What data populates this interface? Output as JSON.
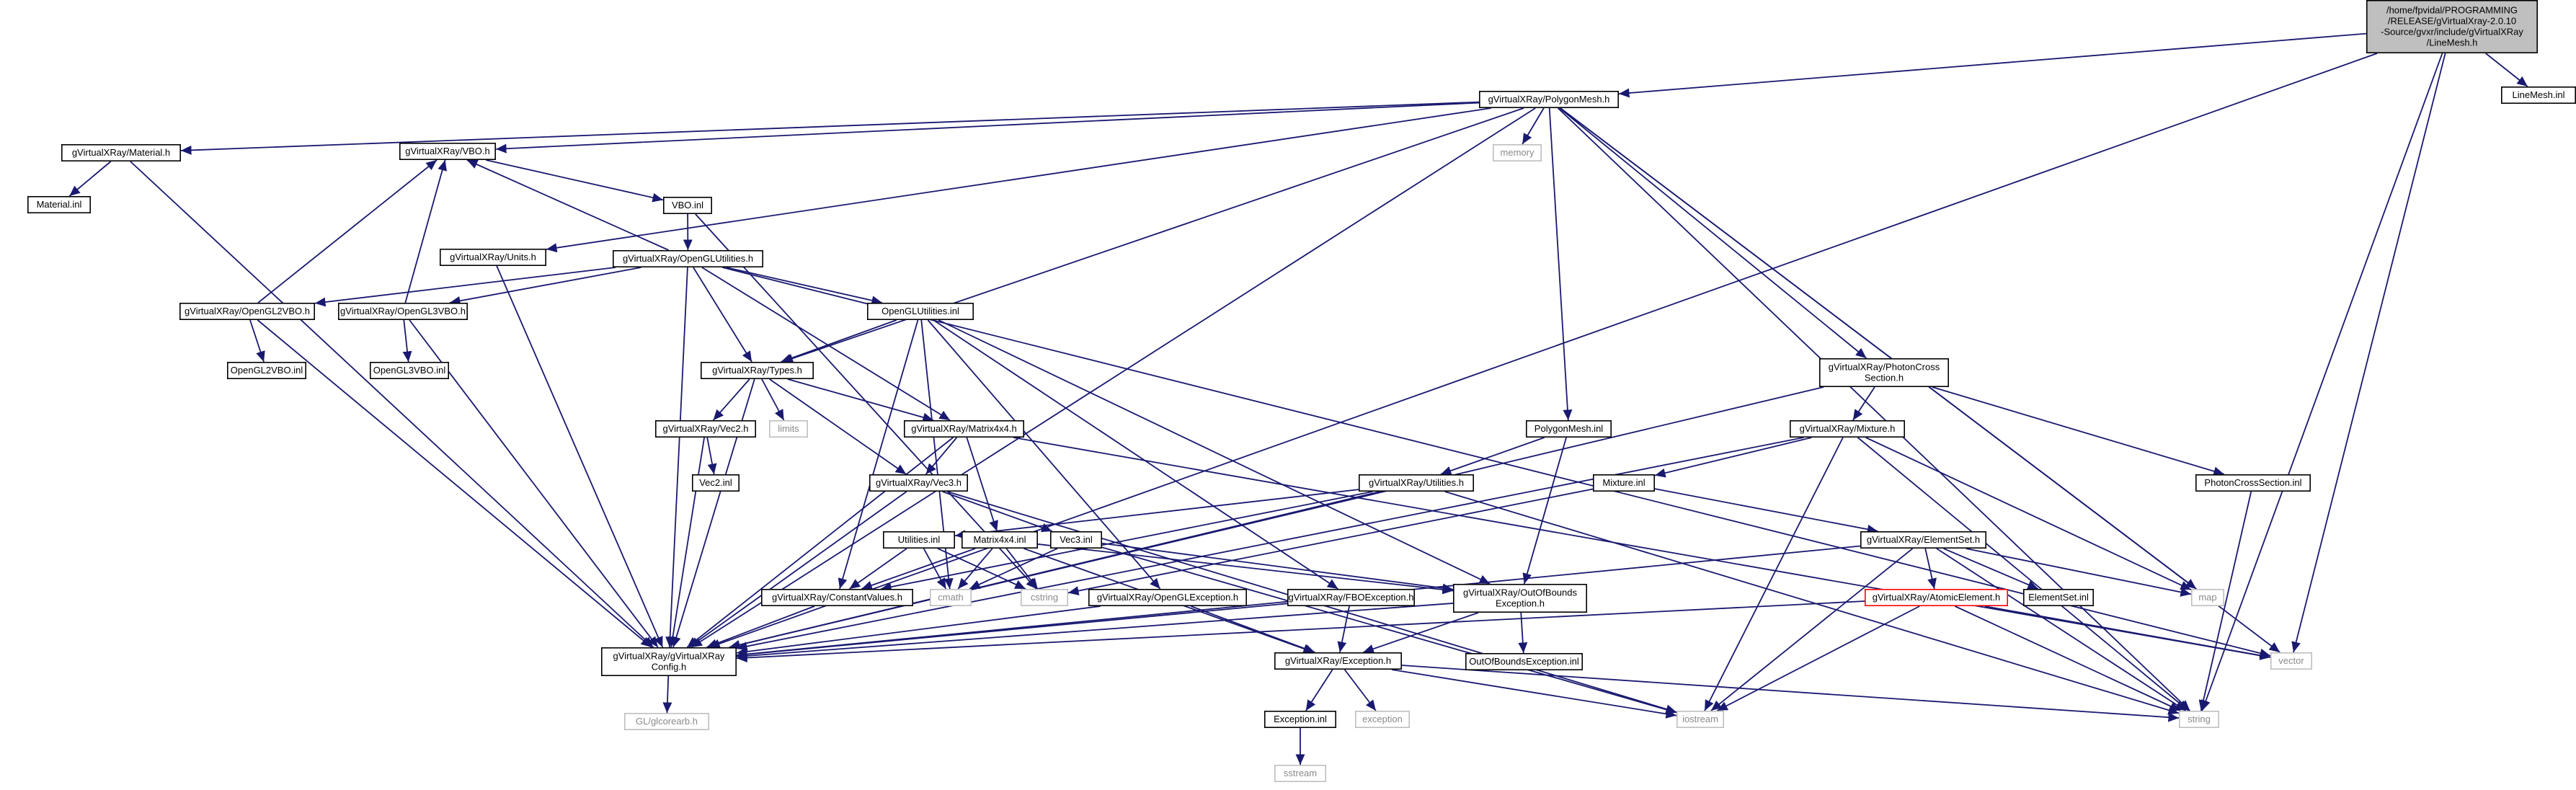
{
  "nodes": [
    {
      "id": "root",
      "lines": [
        "/home/fpvidal/PROGRAMMING",
        "/RELEASE/gVirtualXray-2.0.10",
        "-Source/gvxr/include/gVirtualXRay",
        "/LineMesh.h"
      ],
      "kind": "root"
    },
    {
      "id": "polygonmesh_h",
      "lines": [
        "gVirtualXRay/PolygonMesh.h"
      ],
      "kind": "normal"
    },
    {
      "id": "linemesh_inl",
      "lines": [
        "LineMesh.inl"
      ],
      "kind": "normal"
    },
    {
      "id": "material_h",
      "lines": [
        "gVirtualXRay/Material.h"
      ],
      "kind": "normal"
    },
    {
      "id": "material_inl",
      "lines": [
        "Material.inl"
      ],
      "kind": "normal"
    },
    {
      "id": "vbo_h",
      "lines": [
        "gVirtualXRay/VBO.h"
      ],
      "kind": "normal"
    },
    {
      "id": "memory",
      "lines": [
        "memory"
      ],
      "kind": "ext"
    },
    {
      "id": "vbo_inl",
      "lines": [
        "VBO.inl"
      ],
      "kind": "normal"
    },
    {
      "id": "units_h",
      "lines": [
        "gVirtualXRay/Units.h"
      ],
      "kind": "normal"
    },
    {
      "id": "oglutil_h",
      "lines": [
        "gVirtualXRay/OpenGLUtilities.h"
      ],
      "kind": "normal"
    },
    {
      "id": "ogl2vbo_h",
      "lines": [
        "gVirtualXRay/OpenGL2VBO.h"
      ],
      "kind": "normal"
    },
    {
      "id": "ogl3vbo_h",
      "lines": [
        "gVirtualXRay/OpenGL3VBO.h"
      ],
      "kind": "normal"
    },
    {
      "id": "ogl2vbo_inl",
      "lines": [
        "OpenGL2VBO.inl"
      ],
      "kind": "normal"
    },
    {
      "id": "ogl3vbo_inl",
      "lines": [
        "OpenGL3VBO.inl"
      ],
      "kind": "normal"
    },
    {
      "id": "oglutil_inl",
      "lines": [
        "OpenGLUtilities.inl"
      ],
      "kind": "normal"
    },
    {
      "id": "types_h",
      "lines": [
        "gVirtualXRay/Types.h"
      ],
      "kind": "normal"
    },
    {
      "id": "limits",
      "lines": [
        "limits"
      ],
      "kind": "ext"
    },
    {
      "id": "vec2_h",
      "lines": [
        "gVirtualXRay/Vec2.h"
      ],
      "kind": "normal"
    },
    {
      "id": "vec2_inl",
      "lines": [
        "Vec2.inl"
      ],
      "kind": "normal"
    },
    {
      "id": "mat4_h",
      "lines": [
        "gVirtualXRay/Matrix4x4.h"
      ],
      "kind": "normal"
    },
    {
      "id": "vec3_h",
      "lines": [
        "gVirtualXRay/Vec3.h"
      ],
      "kind": "normal"
    },
    {
      "id": "util_inl",
      "lines": [
        "Utilities.inl"
      ],
      "kind": "normal"
    },
    {
      "id": "mat4_inl",
      "lines": [
        "Matrix4x4.inl"
      ],
      "kind": "normal"
    },
    {
      "id": "vec3_inl",
      "lines": [
        "Vec3.inl"
      ],
      "kind": "normal"
    },
    {
      "id": "constvals_h",
      "lines": [
        "gVirtualXRay/ConstantValues.h"
      ],
      "kind": "normal"
    },
    {
      "id": "cmath",
      "lines": [
        "cmath"
      ],
      "kind": "ext"
    },
    {
      "id": "cstring",
      "lines": [
        "cstring"
      ],
      "kind": "ext"
    },
    {
      "id": "oglexc_h",
      "lines": [
        "gVirtualXRay/OpenGLException.h"
      ],
      "kind": "normal"
    },
    {
      "id": "fboexc_h",
      "lines": [
        "gVirtualXRay/FBOException.h"
      ],
      "kind": "normal"
    },
    {
      "id": "config_h",
      "lines": [
        "gVirtualXRay/gVirtualXRay",
        "Config.h"
      ],
      "kind": "normal"
    },
    {
      "id": "glcorearb",
      "lines": [
        "GL/glcorearb.h"
      ],
      "kind": "ext"
    },
    {
      "id": "polymesh_inl",
      "lines": [
        "PolygonMesh.inl"
      ],
      "kind": "normal"
    },
    {
      "id": "utilities_h",
      "lines": [
        "gVirtualXRay/Utilities.h"
      ],
      "kind": "normal"
    },
    {
      "id": "mixture_inl",
      "lines": [
        "Mixture.inl"
      ],
      "kind": "normal"
    },
    {
      "id": "oob_h",
      "lines": [
        "gVirtualXRay/OutOfBounds",
        "Exception.h"
      ],
      "kind": "normal"
    },
    {
      "id": "oob_inl",
      "lines": [
        "OutOfBoundsException.inl"
      ],
      "kind": "normal"
    },
    {
      "id": "exception_h",
      "lines": [
        "gVirtualXRay/Exception.h"
      ],
      "kind": "normal"
    },
    {
      "id": "exception_inl",
      "lines": [
        "Exception.inl"
      ],
      "kind": "normal"
    },
    {
      "id": "exception_std",
      "lines": [
        "exception"
      ],
      "kind": "ext"
    },
    {
      "id": "sstream",
      "lines": [
        "sstream"
      ],
      "kind": "ext"
    },
    {
      "id": "iostream",
      "lines": [
        "iostream"
      ],
      "kind": "ext"
    },
    {
      "id": "photon_h",
      "lines": [
        "gVirtualXRay/PhotonCross",
        "Section.h"
      ],
      "kind": "normal"
    },
    {
      "id": "mixture_h",
      "lines": [
        "gVirtualXRay/Mixture.h"
      ],
      "kind": "normal"
    },
    {
      "id": "photon_inl",
      "lines": [
        "PhotonCrossSection.inl"
      ],
      "kind": "normal"
    },
    {
      "id": "elemset_h",
      "lines": [
        "gVirtualXRay/ElementSet.h"
      ],
      "kind": "normal"
    },
    {
      "id": "atomic_h",
      "lines": [
        "gVirtualXRay/AtomicElement.h"
      ],
      "kind": "red"
    },
    {
      "id": "elemset_inl",
      "lines": [
        "ElementSet.inl"
      ],
      "kind": "normal"
    },
    {
      "id": "map",
      "lines": [
        "map"
      ],
      "kind": "ext"
    },
    {
      "id": "vector",
      "lines": [
        "vector"
      ],
      "kind": "ext"
    },
    {
      "id": "string",
      "lines": [
        "string"
      ],
      "kind": "ext"
    }
  ],
  "edges": [
    [
      "root",
      "polygonmesh_h"
    ],
    [
      "root",
      "linemesh_inl"
    ],
    [
      "root",
      "config_h"
    ],
    [
      "root",
      "vector"
    ],
    [
      "root",
      "string"
    ],
    [
      "polygonmesh_h",
      "material_h"
    ],
    [
      "polygonmesh_h",
      "vbo_h"
    ],
    [
      "polygonmesh_h",
      "memory"
    ],
    [
      "polygonmesh_h",
      "units_h"
    ],
    [
      "polygonmesh_h",
      "types_h"
    ],
    [
      "polygonmesh_h",
      "config_h"
    ],
    [
      "polygonmesh_h",
      "polymesh_inl"
    ],
    [
      "polygonmesh_h",
      "photon_h"
    ],
    [
      "polygonmesh_h",
      "map"
    ],
    [
      "polygonmesh_h",
      "vector"
    ],
    [
      "polygonmesh_h",
      "string"
    ],
    [
      "material_h",
      "material_inl"
    ],
    [
      "material_h",
      "config_h"
    ],
    [
      "vbo_h",
      "vbo_inl"
    ],
    [
      "vbo_inl",
      "oglutil_h"
    ],
    [
      "vbo_inl",
      "cstring"
    ],
    [
      "units_h",
      "config_h"
    ],
    [
      "oglutil_h",
      "vbo_h"
    ],
    [
      "oglutil_h",
      "ogl2vbo_h"
    ],
    [
      "oglutil_h",
      "ogl3vbo_h"
    ],
    [
      "oglutil_h",
      "oglutil_inl"
    ],
    [
      "oglutil_h",
      "types_h"
    ],
    [
      "oglutil_h",
      "mat4_h"
    ],
    [
      "oglutil_h",
      "config_h"
    ],
    [
      "oglutil_h",
      "vector"
    ],
    [
      "ogl2vbo_h",
      "vbo_h"
    ],
    [
      "ogl2vbo_h",
      "ogl2vbo_inl"
    ],
    [
      "ogl2vbo_h",
      "config_h"
    ],
    [
      "ogl3vbo_h",
      "vbo_h"
    ],
    [
      "ogl3vbo_h",
      "ogl3vbo_inl"
    ],
    [
      "ogl3vbo_h",
      "config_h"
    ],
    [
      "oglutil_inl",
      "types_h"
    ],
    [
      "oglutil_inl",
      "constvals_h"
    ],
    [
      "oglutil_inl",
      "cmath"
    ],
    [
      "oglutil_inl",
      "oglexc_h"
    ],
    [
      "oglutil_inl",
      "fboexc_h"
    ],
    [
      "oglutil_inl",
      "oob_h"
    ],
    [
      "types_h",
      "limits"
    ],
    [
      "types_h",
      "vec2_h"
    ],
    [
      "types_h",
      "vec3_h"
    ],
    [
      "types_h",
      "mat4_h"
    ],
    [
      "types_h",
      "config_h"
    ],
    [
      "vec2_h",
      "vec2_inl"
    ],
    [
      "vec2_h",
      "config_h"
    ],
    [
      "mat4_h",
      "vec3_h"
    ],
    [
      "mat4_h",
      "mat4_inl"
    ],
    [
      "mat4_h",
      "config_h"
    ],
    [
      "mat4_h",
      "vector"
    ],
    [
      "vec3_h",
      "vec3_inl"
    ],
    [
      "vec3_h",
      "config_h"
    ],
    [
      "vec3_h",
      "iostream"
    ],
    [
      "util_inl",
      "constvals_h"
    ],
    [
      "util_inl",
      "cmath"
    ],
    [
      "util_inl",
      "cstring"
    ],
    [
      "mat4_inl",
      "constvals_h"
    ],
    [
      "mat4_inl",
      "cmath"
    ],
    [
      "mat4_inl",
      "cstring"
    ],
    [
      "mat4_inl",
      "oob_h"
    ],
    [
      "mat4_inl",
      "exception_h"
    ],
    [
      "vec3_inl",
      "cmath"
    ],
    [
      "vec3_inl",
      "oob_h"
    ],
    [
      "vec3_inl",
      "iostream"
    ],
    [
      "constvals_h",
      "config_h"
    ],
    [
      "oglexc_h",
      "config_h"
    ],
    [
      "oglexc_h",
      "exception_h"
    ],
    [
      "fboexc_h",
      "config_h"
    ],
    [
      "fboexc_h",
      "exception_h"
    ],
    [
      "config_h",
      "glcorearb"
    ],
    [
      "polymesh_inl",
      "utilities_h"
    ],
    [
      "polymesh_inl",
      "oob_h"
    ],
    [
      "utilities_h",
      "util_inl"
    ],
    [
      "utilities_h",
      "constvals_h"
    ],
    [
      "utilities_h",
      "config_h"
    ],
    [
      "utilities_h",
      "string"
    ],
    [
      "mixture_inl",
      "cstring"
    ],
    [
      "mixture_inl",
      "elemset_h"
    ],
    [
      "oob_h",
      "oob_inl"
    ],
    [
      "oob_h",
      "config_h"
    ],
    [
      "oob_h",
      "exception_h"
    ],
    [
      "exception_h",
      "exception_inl"
    ],
    [
      "exception_h",
      "exception_std"
    ],
    [
      "exception_h",
      "iostream"
    ],
    [
      "exception_h",
      "string"
    ],
    [
      "exception_inl",
      "sstream"
    ],
    [
      "photon_h",
      "mixture_h"
    ],
    [
      "photon_h",
      "photon_inl"
    ],
    [
      "photon_h",
      "config_h"
    ],
    [
      "mixture_h",
      "mixture_inl"
    ],
    [
      "mixture_h",
      "config_h"
    ],
    [
      "mixture_h",
      "iostream"
    ],
    [
      "mixture_h",
      "map"
    ],
    [
      "mixture_h",
      "string"
    ],
    [
      "photon_inl",
      "string"
    ],
    [
      "elemset_h",
      "atomic_h"
    ],
    [
      "elemset_h",
      "elemset_inl"
    ],
    [
      "elemset_h",
      "config_h"
    ],
    [
      "elemset_h",
      "map"
    ],
    [
      "elemset_h",
      "string"
    ],
    [
      "elemset_h",
      "iostream"
    ],
    [
      "atomic_h",
      "config_h"
    ],
    [
      "atomic_h",
      "iostream"
    ],
    [
      "atomic_h",
      "vector"
    ],
    [
      "atomic_h",
      "string"
    ]
  ]
}
